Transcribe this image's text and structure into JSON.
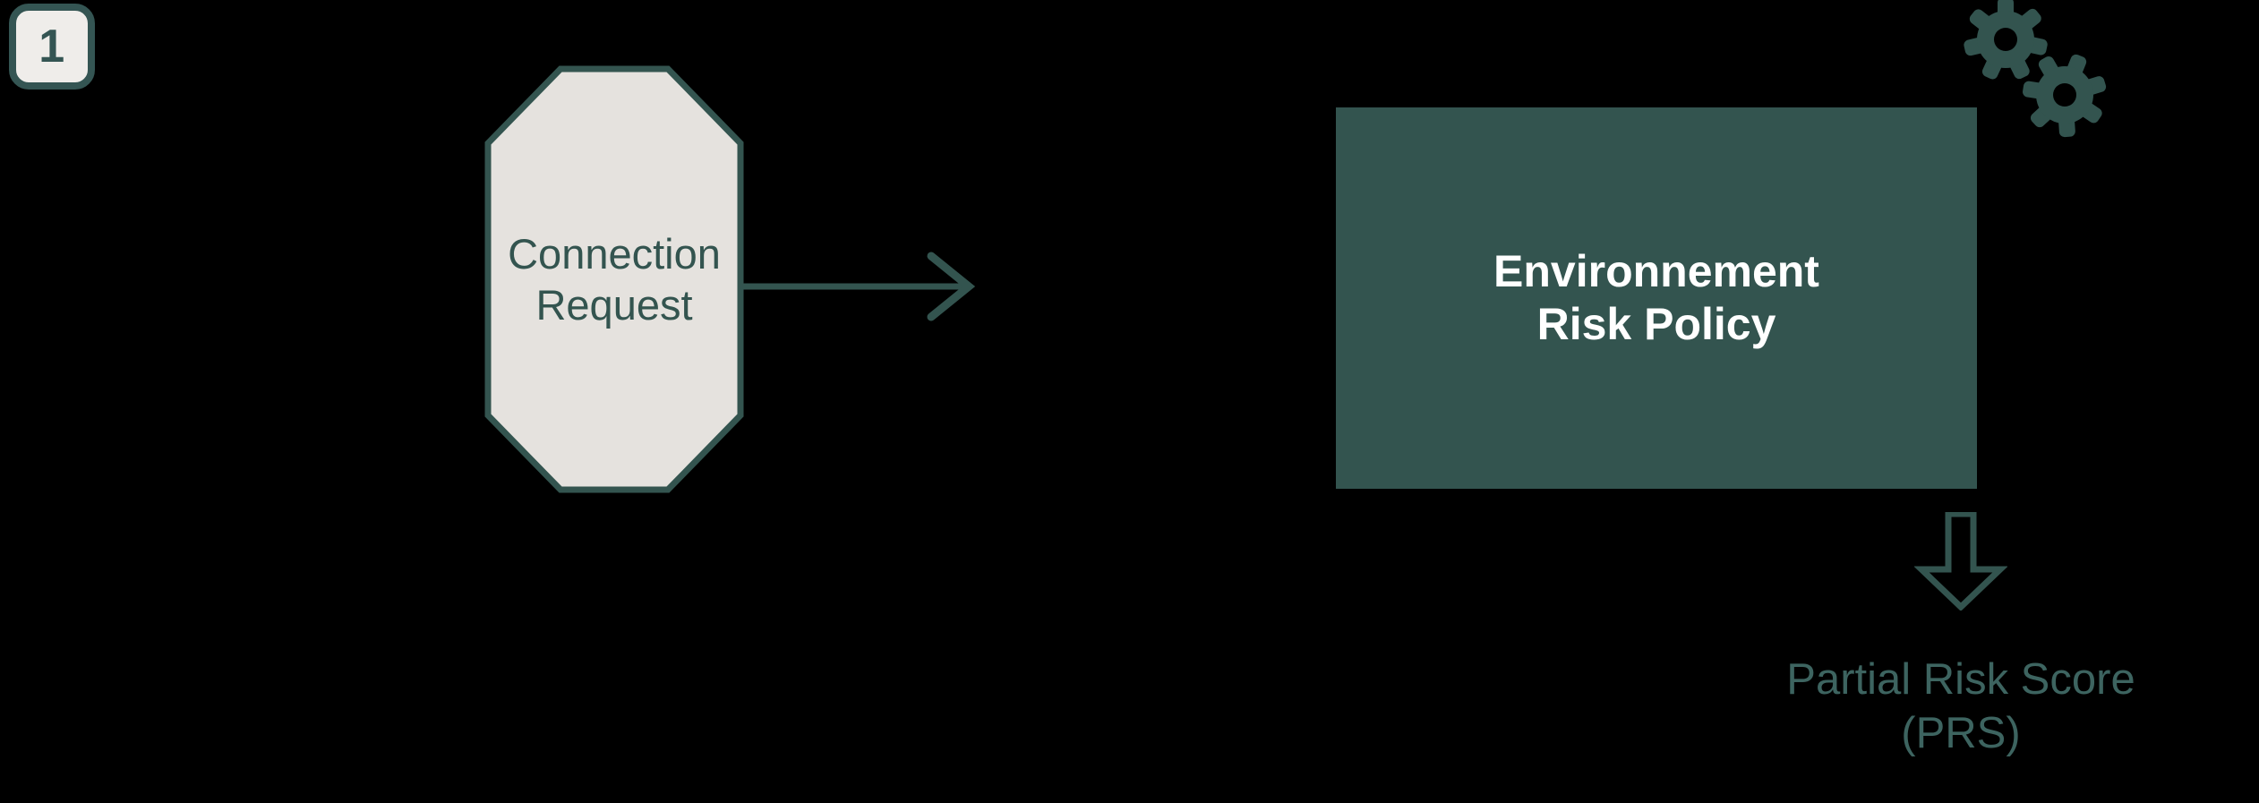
{
  "diagram": {
    "title": "Connection Request to Environnement Risk Policy flow",
    "step_badge": {
      "number": "1"
    },
    "input_node": {
      "shape": "octagon",
      "line1": "Connection",
      "line2": "Request",
      "fill_color": "#e5e2de",
      "stroke_color": "#33544f",
      "text_color": "#33544f"
    },
    "flow_arrow": {
      "icon": "arrow-right-icon",
      "color": "#33544f"
    },
    "policy_node": {
      "shape": "rectangle",
      "line1": "Environnement",
      "line2": "Risk Policy",
      "fill_color": "#33544f",
      "text_color": "#ffffff"
    },
    "gears": {
      "icon": "gears-icon",
      "count": "2",
      "color": "#33544f"
    },
    "output_arrow": {
      "icon": "arrow-down-outline-icon",
      "color": "#33544f"
    },
    "output_label": {
      "line1": "Partial Risk Score",
      "line2": "(PRS)",
      "text_color": "#3d6460"
    },
    "background_color": "#000000"
  }
}
